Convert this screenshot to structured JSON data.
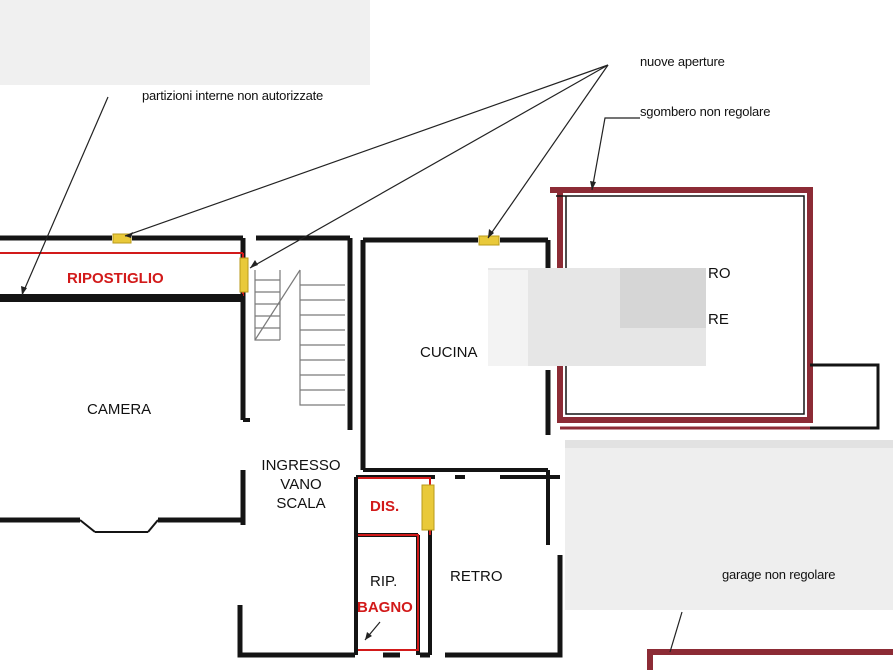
{
  "annotations": {
    "partitions": "partizioni interne non autorizzate",
    "openings": "nuove aperture",
    "clearance": "sgombero non regolare",
    "garages": "garage non regolare"
  },
  "rooms": {
    "ripostiglio": "RIPOSTIGLIO",
    "camera": "CAMERA",
    "ingresso_line1": "INGRESSO",
    "ingresso_line2": "VANO",
    "ingresso_line3": "SCALA",
    "cucina": "CUCINA",
    "dis": "DIS.",
    "retro": "RETRO",
    "rip": "RIP.",
    "bagno": "BAGNO",
    "sgombero_partial_1": "RO",
    "sgombero_partial_2": "RE"
  },
  "colors": {
    "wall": "#141414",
    "unauthorized": "#d21a1a",
    "clearance_outline": "#8c2b35",
    "new_opening": "#e9c93a"
  }
}
